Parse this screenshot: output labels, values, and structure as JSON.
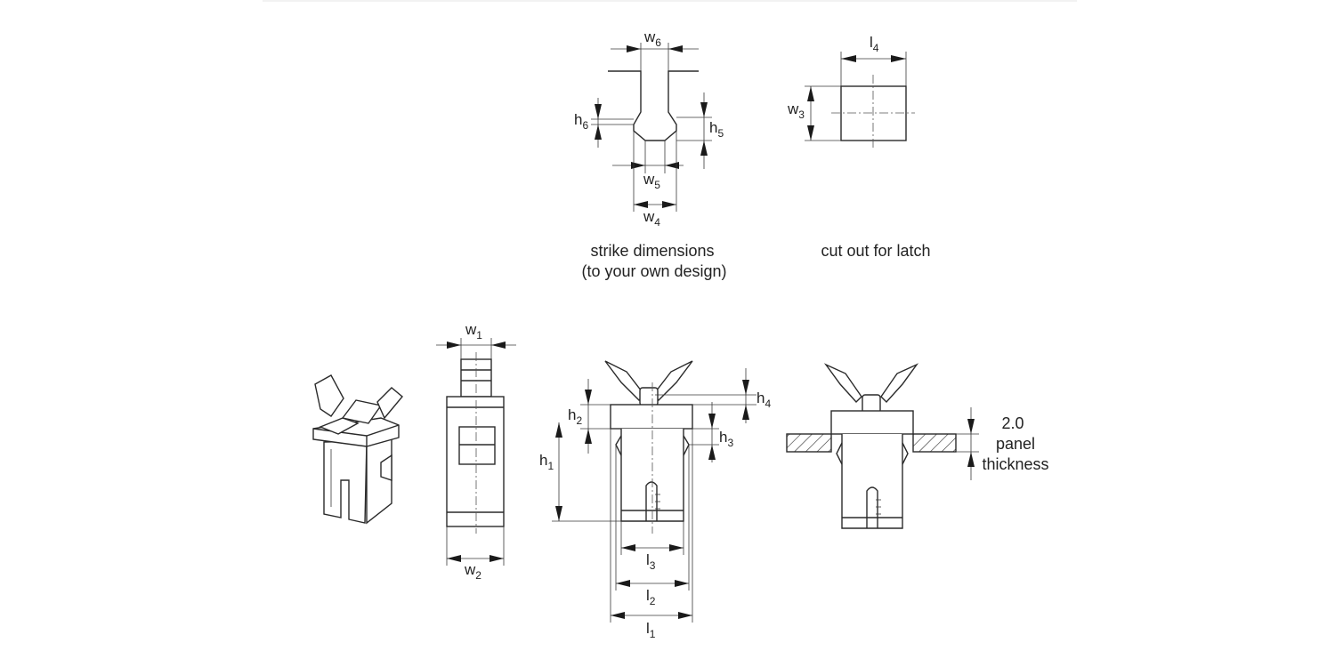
{
  "captions": {
    "strike_line1": "strike dimensions",
    "strike_line2": "(to your own design)",
    "cutout": "cut out for latch",
    "panel_value": "2.0",
    "panel_line1": "panel",
    "panel_line2": "thickness"
  },
  "labels": {
    "w6": {
      "base": "w",
      "sub": "6"
    },
    "h6": {
      "base": "h",
      "sub": "6"
    },
    "h5": {
      "base": "h",
      "sub": "5"
    },
    "w5": {
      "base": "w",
      "sub": "5"
    },
    "w4": {
      "base": "w",
      "sub": "4"
    },
    "l4": {
      "base": "l",
      "sub": "4"
    },
    "w3": {
      "base": "w",
      "sub": "3"
    },
    "w1": {
      "base": "w",
      "sub": "1"
    },
    "w2": {
      "base": "w",
      "sub": "2"
    },
    "h1": {
      "base": "h",
      "sub": "1"
    },
    "h2": {
      "base": "h",
      "sub": "2"
    },
    "h3": {
      "base": "h",
      "sub": "3"
    },
    "h4": {
      "base": "h",
      "sub": "4"
    },
    "l1": {
      "base": "l",
      "sub": "1"
    },
    "l2": {
      "base": "l",
      "sub": "2"
    },
    "l3": {
      "base": "l",
      "sub": "3"
    }
  },
  "colors": {
    "line": "#2a2a2a",
    "background": "#ffffff"
  }
}
